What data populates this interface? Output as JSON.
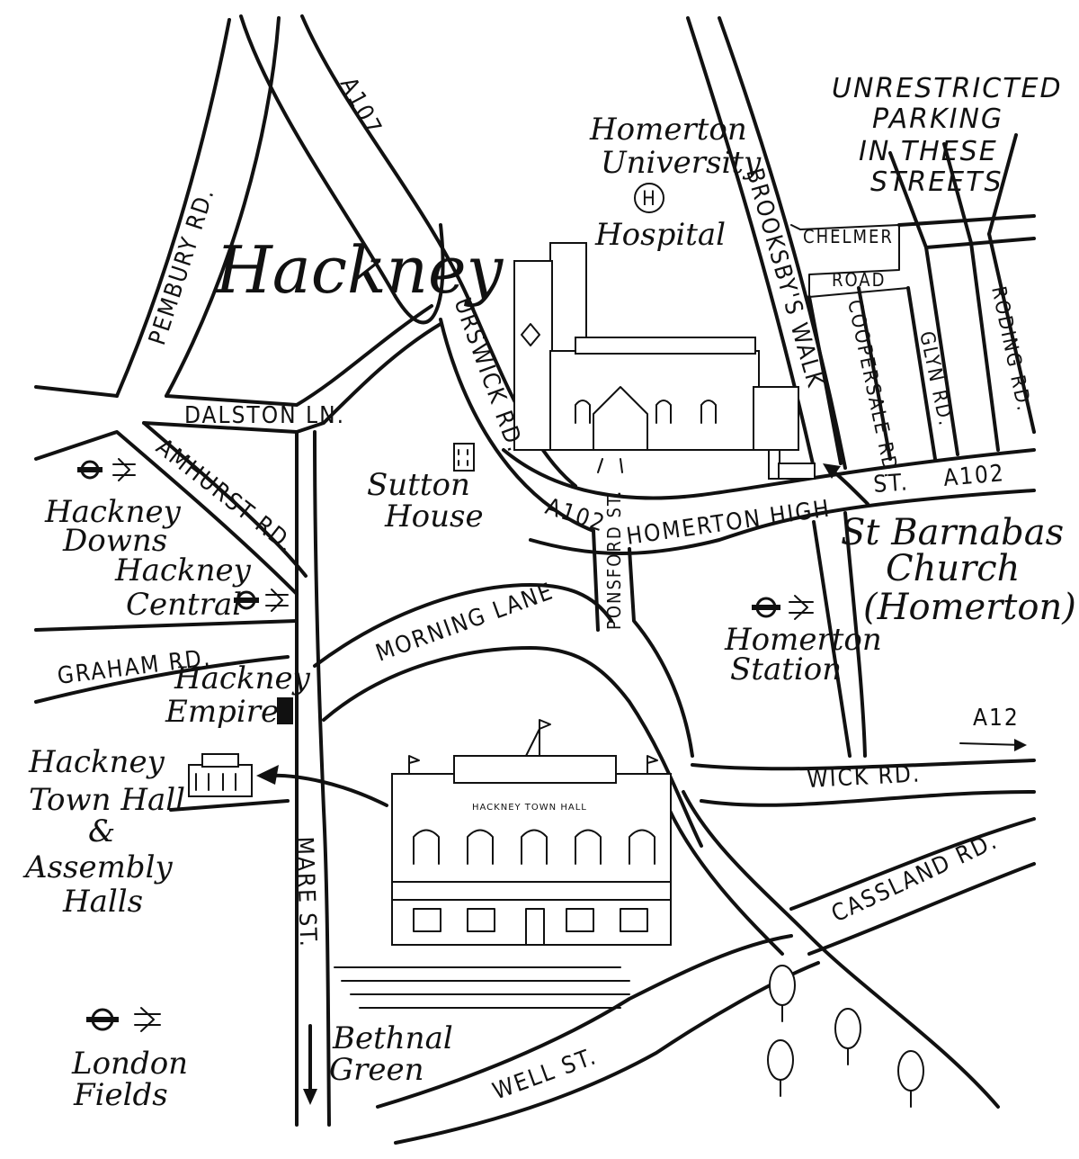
{
  "area_title": "Hackney",
  "roads": {
    "a107": "A107",
    "pembury": "PEMBURY RD.",
    "dalston": "DALSTON LN.",
    "amhurst": "AMHURST RD.",
    "graham": "GRAHAM RD.",
    "mare": "MARE ST.",
    "urswick": "URSWICK RD.",
    "a102_west": "A102",
    "homerton_high": "HOMERTON HIGH",
    "homerton_high_st": "ST.",
    "a102_east": "A102",
    "ponsford": "PONSFORD ST.",
    "morning": "MORNING LANE",
    "brooksbys": "BROOKSBY'S WALK",
    "chelmer": "CHELMER",
    "chelmer_road": "ROAD",
    "coopersale": "COOPERSALE RD.",
    "glyn": "GLYN RD.",
    "roding": "RODING RD.",
    "wick": "WICK RD.",
    "cassland": "CASSLAND RD.",
    "well": "WELL ST.",
    "a12": "A12"
  },
  "places": {
    "hospital": [
      "Homerton",
      "University",
      "Hospital"
    ],
    "hospital_symbol": "H",
    "parking": [
      "UNRESTRICTED",
      "PARKING",
      "IN THESE",
      "STREETS"
    ],
    "sutton": [
      "Sutton",
      "House"
    ],
    "church": [
      "St Barnabas",
      "Church",
      "(Homerton)"
    ],
    "homerton_station": [
      "Homerton",
      "Station"
    ],
    "hackney_downs": [
      "Hackney",
      "Downs"
    ],
    "hackney_central": [
      "Hackney",
      "Central"
    ],
    "hackney_empire": [
      "Hackney",
      "Empire"
    ],
    "town_hall": [
      "Hackney",
      "Town Hall",
      "&",
      "Assembly",
      "Halls"
    ],
    "london_fields": [
      "London",
      "Fields"
    ],
    "bethnal_green": [
      "Bethnal",
      "Green"
    ],
    "town_hall_sign": "HACKNEY TOWN HALL"
  },
  "icons": {
    "underground": "underground-roundel-icon",
    "national_rail": "national-rail-icon",
    "ink": "#111111"
  }
}
